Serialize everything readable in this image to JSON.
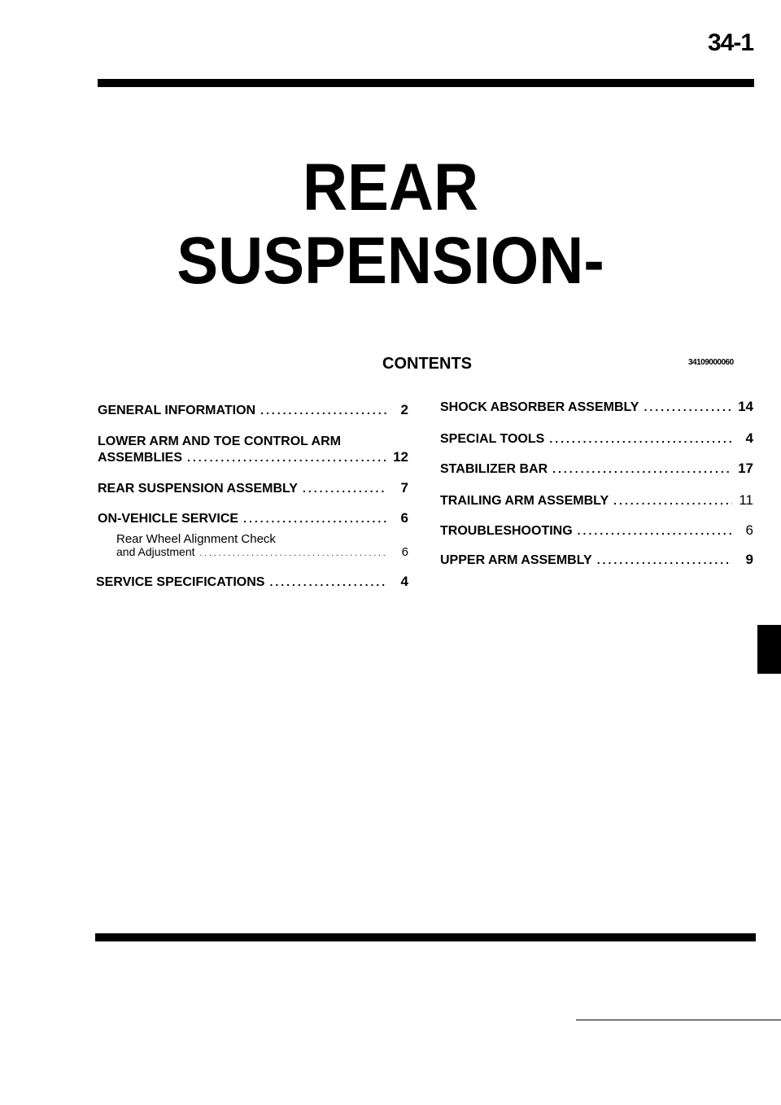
{
  "page_number": "34-1",
  "title_line1": "REAR",
  "title_line2": "SUSPENSION-",
  "contents_heading": "CONTENTS",
  "doc_code": "34109000060",
  "left_column": [
    {
      "title": "GENERAL INFORMATION",
      "page": "2"
    },
    {
      "title_line1": "LOWER ARM AND TOE CONTROL ARM",
      "title_line2": "ASSEMBLIES",
      "page": "12"
    },
    {
      "title": "REAR SUSPENSION ASSEMBLY",
      "page": "7"
    },
    {
      "title": "ON-VEHICLE SERVICE",
      "page": "6"
    },
    {
      "title_line1": "Rear Wheel Alignment Check",
      "title_line2": "and Adjustment",
      "page": "6"
    },
    {
      "title": "SERVICE SPECIFICATIONS",
      "page": "4"
    }
  ],
  "right_column": [
    {
      "title": "SHOCK ABSORBER ASSEMBLY",
      "page": "14"
    },
    {
      "title": "SPECIAL TOOLS",
      "page": "4"
    },
    {
      "title": "STABILIZER BAR",
      "page": "17"
    },
    {
      "title": "TRAILING ARM ASSEMBLY",
      "page": "11"
    },
    {
      "title": "TROUBLESHOOTING",
      "page": "6"
    },
    {
      "title": "UPPER ARM ASSEMBLY",
      "page": "9"
    }
  ]
}
